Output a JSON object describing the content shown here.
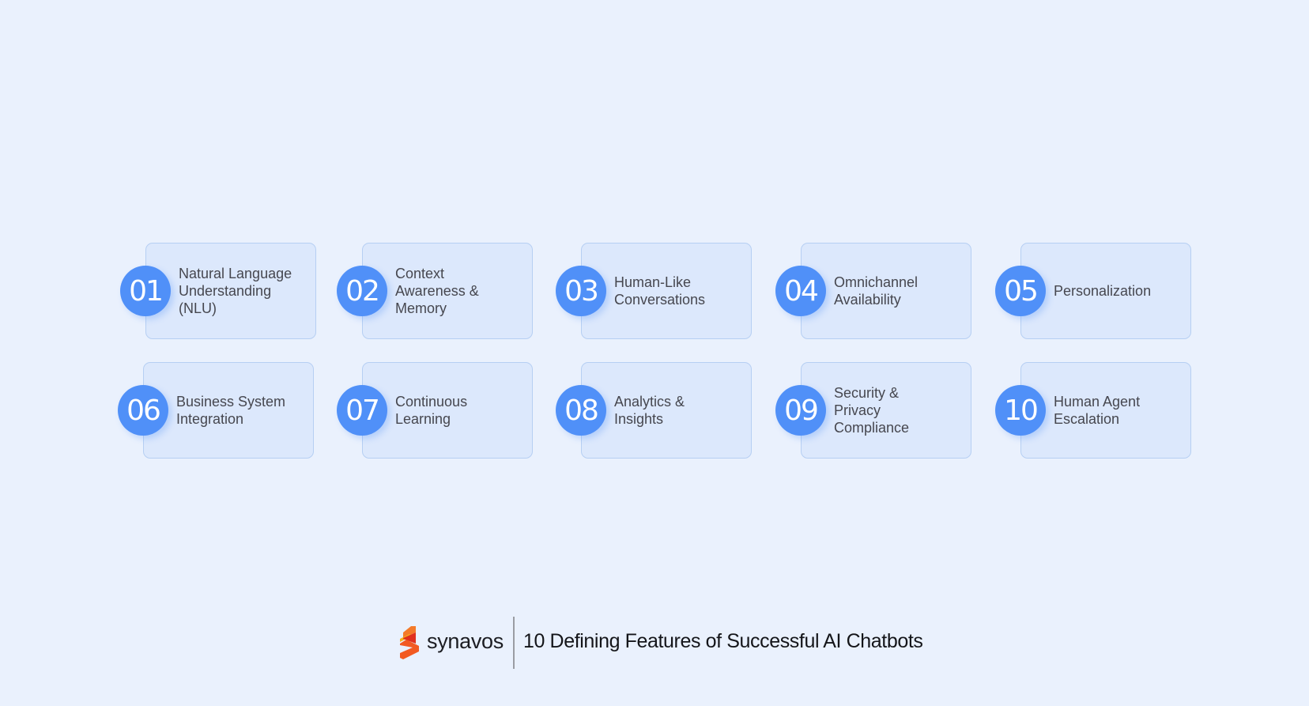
{
  "features": [
    {
      "number": "01",
      "label": "Natural Language\nUnderstanding\n(NLU)"
    },
    {
      "number": "02",
      "label": "Context\nAwareness &\nMemory"
    },
    {
      "number": "03",
      "label": "Human-Like\nConversations"
    },
    {
      "number": "04",
      "label": "Omnichannel\nAvailability"
    },
    {
      "number": "05",
      "label": "Personalization"
    },
    {
      "number": "06",
      "label": "Business System\nIntegration"
    },
    {
      "number": "07",
      "label": "Continuous\nLearning"
    },
    {
      "number": "08",
      "label": "Analytics &\nInsights"
    },
    {
      "number": "09",
      "label": "Security &\nPrivacy\nCompliance"
    },
    {
      "number": "10",
      "label": "Human Agent\nEscalation"
    }
  ],
  "footer": {
    "brand": "synavos",
    "title": "10 Defining Features of Successful AI Chatbots"
  },
  "colors": {
    "background": "#eaf1fd",
    "card": "#dce8fc",
    "card_border": "#b6cff3",
    "badge": "#5090f8",
    "text": "#46474f"
  }
}
